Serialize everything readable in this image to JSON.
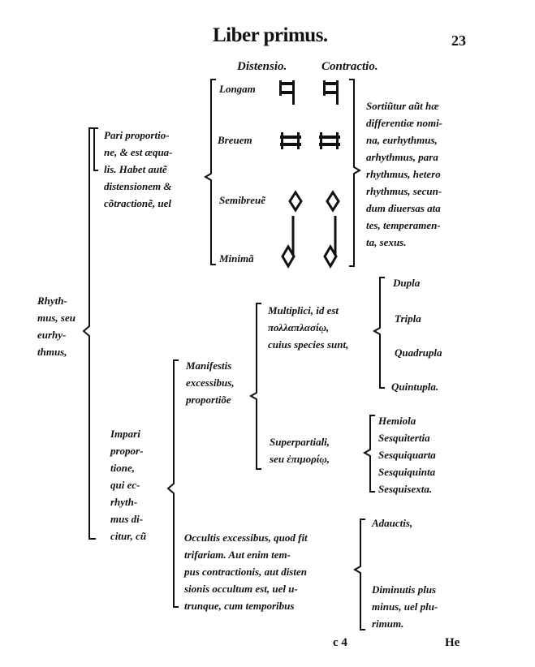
{
  "header": {
    "title": "Liber primus.",
    "page_number": "23"
  },
  "columns": {
    "distensio": "Distensio.",
    "contractio": "Contractio."
  },
  "notes": [
    {
      "label": "Longam",
      "icon": "longa-note-icon"
    },
    {
      "label": "Breuem",
      "icon": "brevis-note-icon"
    },
    {
      "label": "Semibreuẽ",
      "icon": "semibrevis-note-icon"
    },
    {
      "label": "Minimã",
      "icon": "minima-note-icon"
    }
  ],
  "right_note": [
    "Sortiũtur aũt hæ",
    "differentiæ nomi-",
    "na, eurhythmus,",
    "arhythmus, para",
    "rhythmus, hetero",
    "rhythmus, secun-",
    "dum diuersas ata",
    "tes, temperamen-",
    "ta, sexus."
  ],
  "rhythmus": [
    "Rhyth-",
    "mus, seu",
    "eurhy-",
    "thmus,"
  ],
  "pari": [
    "Pari proportio-",
    "ne, & est æqua-",
    "lis. Habet autẽ",
    "distensionem &",
    "cõtractionẽ, uel"
  ],
  "impari": [
    "Impari",
    "propor-",
    "tione,",
    "qui ec-",
    "rhyth-",
    "mus di-",
    "citur, cũ"
  ],
  "manifestis": [
    "Manifestis",
    "excessibus,",
    "proportiõe"
  ],
  "multiplici": [
    "Multiplici, id est",
    "πολλαπλασίῳ,",
    "cuius species sunt,"
  ],
  "multiplici_items": [
    "Dupla",
    "Tripla",
    "Quadrupla",
    "Quintupla."
  ],
  "superpartiali": [
    "Superpartiali,",
    "seu ἐπιμορίῳ,"
  ],
  "superpartiali_items": [
    "Hemiola",
    "Sesquitertia",
    "Sesquiquarta",
    "Sesquiquinta",
    "Sesquisexta."
  ],
  "occultis": [
    "Occultis excessibus, quod fit",
    "trifariam. Aut enim tem-",
    "pus contractionis, aut disten",
    "sionis occultum est, uel u-",
    "trunque, cum temporibus"
  ],
  "occultis_items": [
    [
      "Adauctis,"
    ],
    [
      "Diminutis plus",
      "minus, uel plu-",
      "rimum."
    ]
  ],
  "footer": {
    "signature": "c 4",
    "catchword": "He"
  }
}
